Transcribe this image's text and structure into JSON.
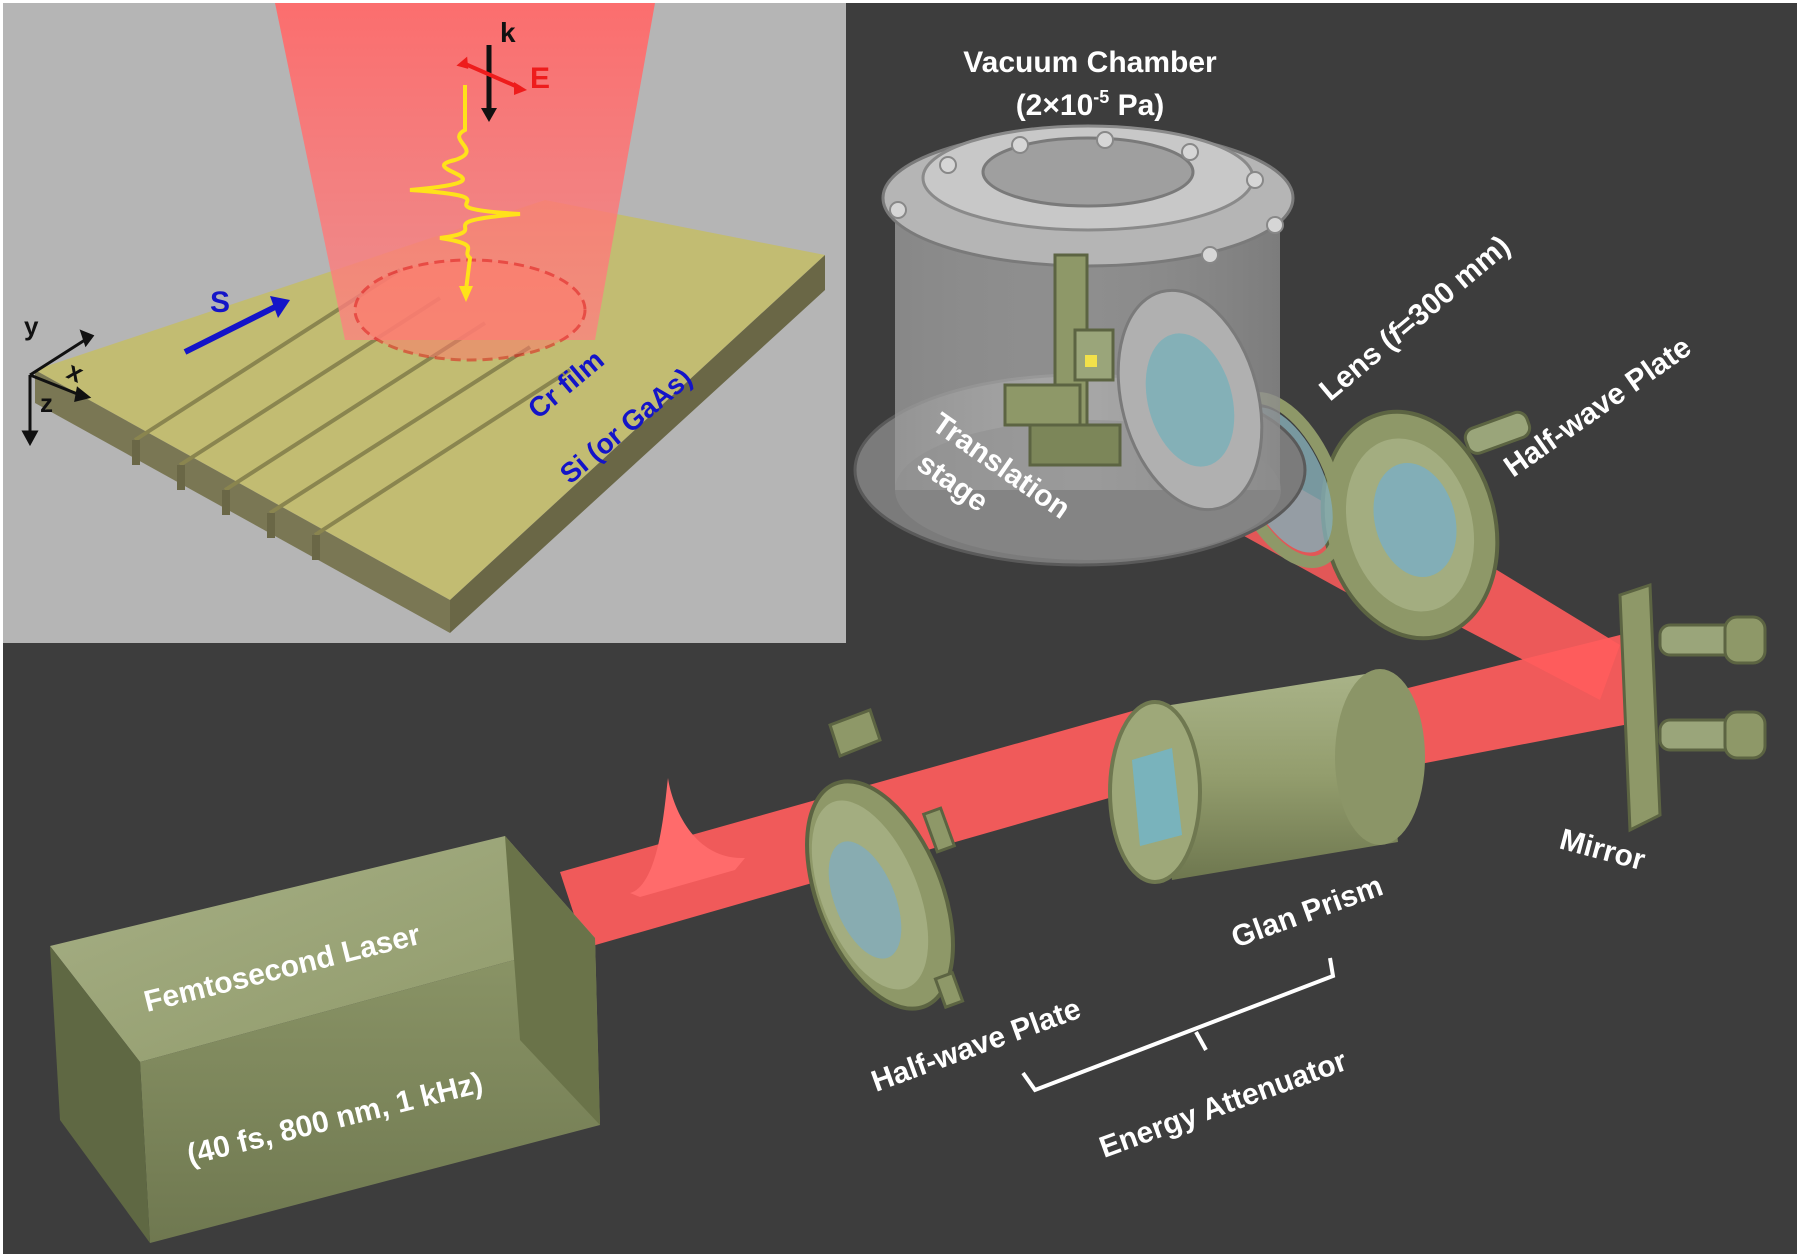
{
  "inset": {
    "wave_vector": "k",
    "electric_field": "E",
    "scan_direction": "S",
    "axis_y": "y",
    "axis_x": "x",
    "axis_z": "z",
    "film_label": "Cr film",
    "substrate_label": "Si (or GaAs)"
  },
  "setup": {
    "chamber_title": "Vacuum Chamber",
    "chamber_pressure_prefix": "(2×10",
    "chamber_pressure_exp": "-5",
    "chamber_pressure_suffix": " Pa)",
    "translation_line1": "Translation",
    "translation_line2": "stage",
    "lens_prefix": "Lens (",
    "lens_f": "f",
    "lens_suffix": "=300 mm)",
    "half_wave_top": "Half-wave Plate",
    "mirror": "Mirror",
    "glan_prism": "Glan Prism",
    "half_wave_bottom": "Half-wave Plate",
    "energy_attenuator": "Energy Attenuator",
    "laser_name": "Femtosecond Laser",
    "laser_params": "(40 fs, 800 nm, 1 kHz)"
  },
  "colors": {
    "background_dark": "#3d3d3d",
    "inset_background": "#b5b5b5",
    "beam": "#ff5a5a",
    "component_olive": "#9aa57a",
    "film": "#c2bc72",
    "optic_cyan": "#3fd3e0",
    "label_blue": "#1414c8",
    "label_red": "#ee1c1c"
  }
}
